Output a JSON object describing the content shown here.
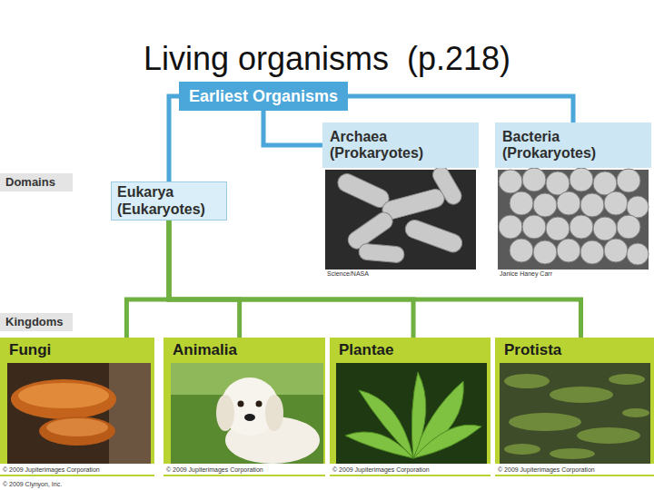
{
  "diagram": {
    "title": "Living organisms  (p.218)",
    "nodes": [
      {
        "text": [
          "Earliest Organisms"
        ]
      },
      {
        "text": [
          "Archaea (Prokaryotes)"
        ]
      },
      {
        "text": [
          "Bacteria (Prokaryotes)"
        ]
      },
      {
        "text": [
          "Domains"
        ]
      },
      {
        "text": [
          "Eukarya (Eukaryotes)"
        ]
      },
      {
        "text": [
          "Kingdoms"
        ]
      },
      {
        "text": [
          "Fungi"
        ]
      },
      {
        "text": [
          "Animalia"
        ]
      },
      {
        "text": [
          "Plantae"
        ]
      },
      {
        "text": [
          "Protista"
        ]
      }
    ],
    "edges": [
      {
        "from": 0,
        "to": 4,
        "arrow": "none"
      },
      {
        "from": 0,
        "to": 1,
        "arrow": "none"
      },
      {
        "from": 0,
        "to": 2,
        "arrow": "none"
      },
      {
        "from": 4,
        "to": 6,
        "arrow": "none"
      },
      {
        "from": 4,
        "to": 7,
        "arrow": "none"
      },
      {
        "from": 4,
        "to": 8,
        "arrow": "none"
      },
      {
        "from": 4,
        "to": 9,
        "arrow": "none"
      }
    ],
    "labels": [
      "Science/NASA",
      "Janice Haney Carr",
      "© 2009 Jupiterimages Corporation",
      "© 2009 Jupiterimages Corporation",
      "© 2009 Jupiterimages Corporation",
      "© 2009 Jupiterimages Corporation",
      "© 2009 Clynyon, Inc."
    ]
  }
}
